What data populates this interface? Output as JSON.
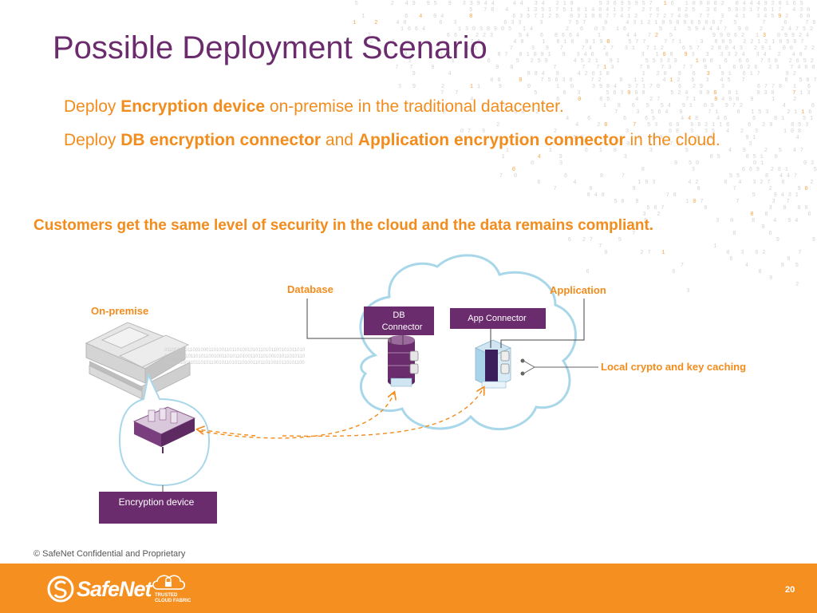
{
  "slide": {
    "title": "Possible Deployment Scenario",
    "bullets": [
      {
        "prefix": "Deploy ",
        "bold1": "Encryption device",
        "suffix": " on-premise in the traditional datacenter."
      },
      {
        "prefix": "Deploy ",
        "bold1": "DB encryption connector",
        "mid": " and ",
        "bold2": "Application encryption connector",
        "suffix": " in the cloud."
      }
    ],
    "highlight": "Customers get the same level of security in the cloud and the data remains compliant."
  },
  "diagram": {
    "on_premise_label": "On-premise",
    "database_label": "Database",
    "application_label": "Application",
    "db_connector_line1": "DB",
    "db_connector_line2": "Connector",
    "app_connector_label": "App Connector",
    "local_crypto_label": "Local crypto and key caching",
    "encryption_device_label": "Encryption device"
  },
  "footer": {
    "copyright_symbol": "©",
    "confidential": "SafeNet Confidential and Proprietary",
    "logo_text": "SafeNet",
    "badge_line1": "TRUSTED",
    "badge_line2": "CLOUD FABRIC",
    "page_number": "20"
  },
  "colors": {
    "title_purple": "#6b2c6e",
    "accent_orange": "#f28c1c",
    "footer_orange": "#f58f1f",
    "cloud_outline": "#a9d7ea",
    "box_purple": "#6b2c6e"
  }
}
